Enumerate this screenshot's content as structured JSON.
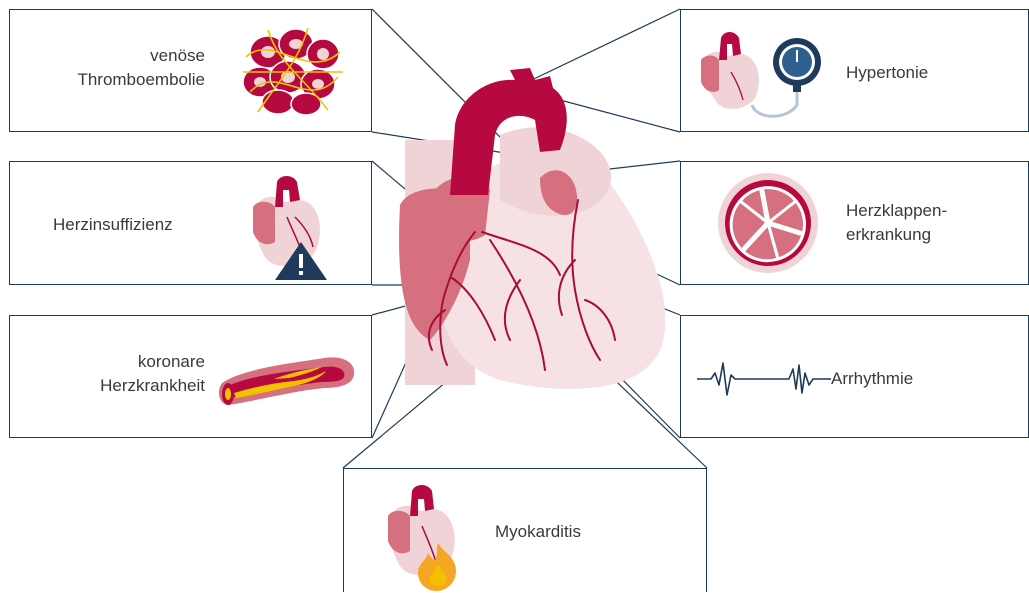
{
  "colors": {
    "heart_dark": "#b5093f",
    "heart_mid": "#d6707f",
    "heart_light": "#f0d3d7",
    "heart_pale": "#f6e2e4",
    "vessel": "#a80c3a",
    "line": "#1f3a5a",
    "warning": "#1f3a5a",
    "plaque": "#f2c200",
    "flame": "#f5a623",
    "gauge": "#2f5f8f"
  },
  "conditions": {
    "vte": {
      "line1": "venöse",
      "line2": "Thromboembolie",
      "icon": "blood-clot-icon"
    },
    "heart_failure": {
      "label": "Herzinsuffizienz",
      "icon": "heart-warning-icon"
    },
    "chd": {
      "line1": "koronare",
      "line2": "Herzkrankheit",
      "icon": "artery-plaque-icon"
    },
    "hypertension": {
      "label": "Hypertonie",
      "icon": "blood-pressure-gauge-icon"
    },
    "valve_disease": {
      "line1": "Herzklappen-",
      "line2": "erkrankung",
      "icon": "heart-valve-icon"
    },
    "arrhythmia": {
      "label": "Arrhythmie",
      "icon": "ecg-wave-icon"
    },
    "myocarditis": {
      "label": "Myokarditis",
      "icon": "heart-flame-icon"
    }
  }
}
